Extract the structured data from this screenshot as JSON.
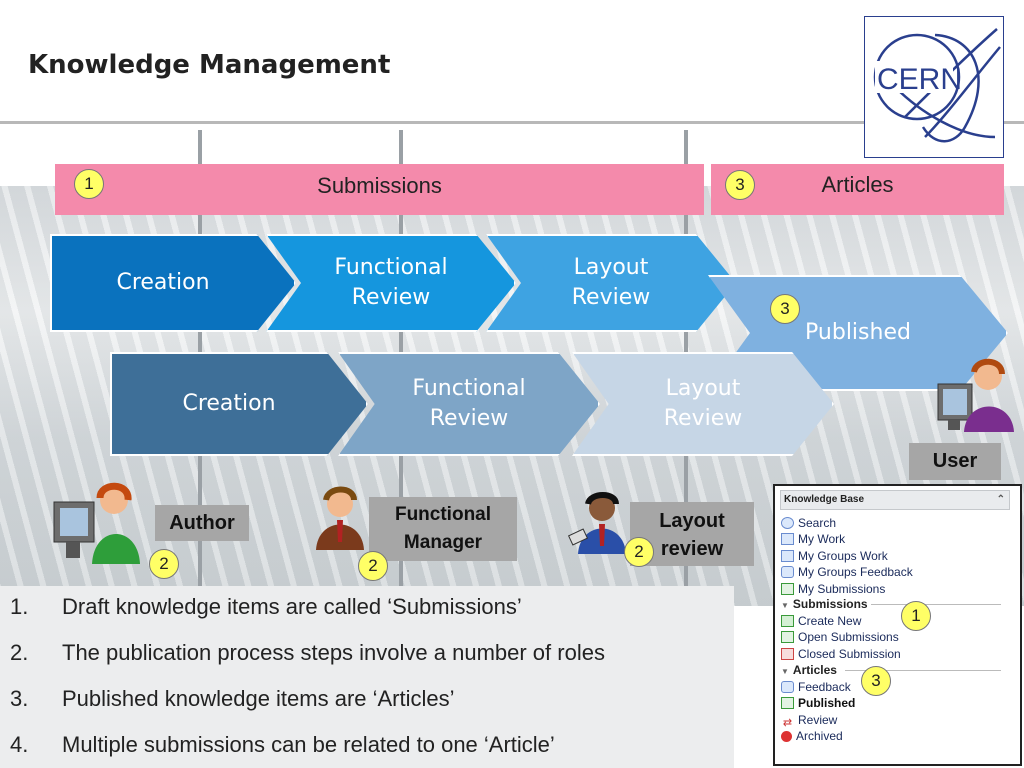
{
  "title": "Knowledge Management",
  "logo": {
    "text": "CERN",
    "color": "#2a3f8e"
  },
  "bands": {
    "submissions": {
      "number": "1",
      "label": "Submissions",
      "color": "#f48aab"
    },
    "articles": {
      "number": "3",
      "label": "Articles",
      "color": "#f48aab"
    }
  },
  "flow_top": [
    {
      "label": "Creation",
      "color": "#0a72be"
    },
    {
      "label": "Functional Review",
      "color": "#1596de"
    },
    {
      "label": "Layout Review",
      "color": "#3ea3e2"
    }
  ],
  "published": {
    "number": "3",
    "label": "Published",
    "color": "#7fb1e0"
  },
  "flow_bottom": [
    {
      "label": "Creation",
      "color": "#3e6f98"
    },
    {
      "label": "Functional Review",
      "color": "#7ea5c7"
    },
    {
      "label": "Layout Review",
      "color": "#c6d6e6"
    }
  ],
  "roles": {
    "author": {
      "label": "Author",
      "number": "2"
    },
    "functional_manager": {
      "label": "Functional Manager",
      "number": "2"
    },
    "layout_review": {
      "label": "Layout review",
      "number": "2"
    },
    "user": {
      "label": "User"
    }
  },
  "list": [
    {
      "n": "1.",
      "text": "Draft knowledge items are called ‘Submissions’"
    },
    {
      "n": "2.",
      "text": "The publication process steps involve a number of roles"
    },
    {
      "n": "3.",
      "text": "Published knowledge items are ‘Articles’"
    },
    {
      "n": "4.",
      "text": "Multiple submissions can be related to one ‘Article’"
    }
  ],
  "kb_panel": {
    "header": "Knowledge Base",
    "items_top": [
      {
        "label": "Search",
        "icon": "search-icon"
      },
      {
        "label": "My Work",
        "icon": "document-icon"
      },
      {
        "label": "My Groups Work",
        "icon": "document-icon"
      },
      {
        "label": "My Groups Feedback",
        "icon": "comment-icon"
      },
      {
        "label": "My Submissions",
        "icon": "document-check-icon"
      }
    ],
    "submissions_section": {
      "label": "Submissions",
      "number": "1"
    },
    "submissions_items": [
      {
        "label": "Create New",
        "icon": "add-document-icon"
      },
      {
        "label": "Open Submissions",
        "icon": "document-check-icon"
      },
      {
        "label": "Closed Submission",
        "icon": "document-closed-icon"
      }
    ],
    "articles_section": {
      "label": "Articles",
      "number": "3"
    },
    "articles_items": [
      {
        "label": "Feedback",
        "icon": "comment-icon"
      },
      {
        "label": "Published",
        "icon": "document-check-icon"
      },
      {
        "label": "Review",
        "icon": "review-icon"
      },
      {
        "label": "Archived",
        "icon": "archived-icon"
      }
    ]
  }
}
